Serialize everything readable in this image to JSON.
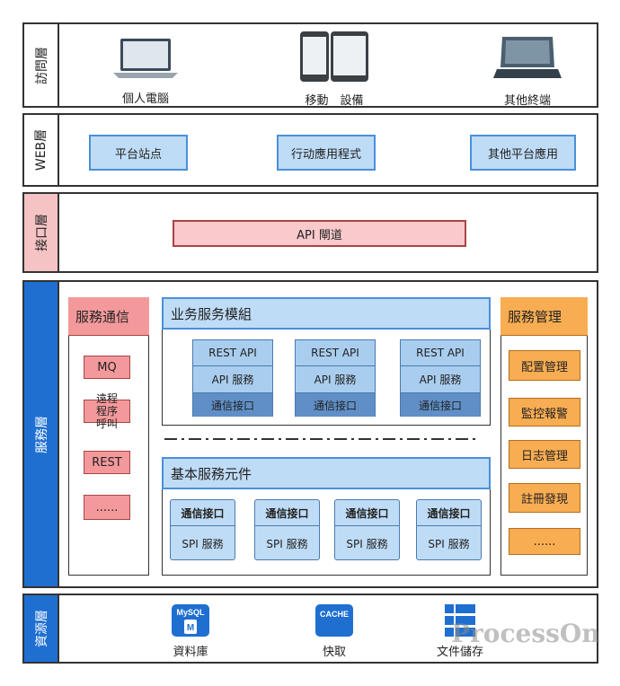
{
  "access_layer": {
    "label": "訪問層",
    "devices": [
      {
        "name": "個人電腦",
        "icon": "laptop-icon"
      },
      {
        "name": "移動　設備",
        "icon": "mobile-tablet-icon"
      },
      {
        "name": "其他終端",
        "icon": "terminal-icon"
      }
    ]
  },
  "web_layer": {
    "label": "WEB層",
    "items": [
      "平台站点",
      "行动應用程式",
      "其他平台應用"
    ]
  },
  "interface_layer": {
    "label": "接口層",
    "gateway": "API 閘道"
  },
  "service_layer": {
    "label": "服務層",
    "comm": {
      "title": "服務通信",
      "items": [
        "MQ",
        "遠程\n程序\n呼叫",
        "REST",
        "......"
      ]
    },
    "business": {
      "title": "业务服务模組",
      "module_rows": [
        "REST API",
        "API 服務",
        "通信接口"
      ]
    },
    "base": {
      "title": "基本服務元件",
      "component_rows": [
        "通信接口",
        "SPI 服務"
      ]
    },
    "management": {
      "title": "服務管理",
      "items": [
        "配置管理",
        "監控報警",
        "日志管理",
        "註冊發現",
        "......"
      ]
    }
  },
  "resource_layer": {
    "label": "資源層",
    "items": [
      {
        "name": "資料庫",
        "icon_text": "MySQL",
        "icon_sub": "M"
      },
      {
        "name": "快取",
        "icon_text": "CACHE"
      },
      {
        "name": "文件儲存"
      }
    ]
  },
  "watermark": "ProcessOn",
  "colors": {
    "blue_label": "#1f6fd1",
    "light_blue": "#bfdcf6",
    "pink": "#f9c9cb",
    "red": "#f4999b",
    "orange": "#f9ad52"
  }
}
